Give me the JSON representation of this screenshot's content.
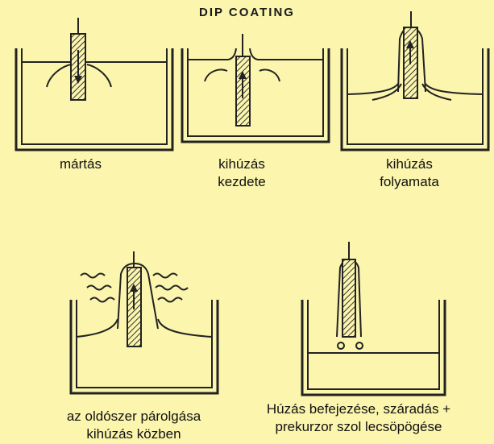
{
  "title": "DIP COATING",
  "colors": {
    "background": "#FBF5AD",
    "ink": "#222222"
  },
  "steps": [
    {
      "lines": [
        "mártás"
      ]
    },
    {
      "lines": [
        "kihúzás",
        "kezdete"
      ]
    },
    {
      "lines": [
        "kihúzás",
        "folyamata"
      ]
    },
    {
      "lines": [
        "az oldószer párolgása",
        "kihúzás közben"
      ]
    },
    {
      "lines": [
        "Húzás befejezése, száradás +",
        "prekurzor szol lecsöpögése"
      ]
    }
  ]
}
